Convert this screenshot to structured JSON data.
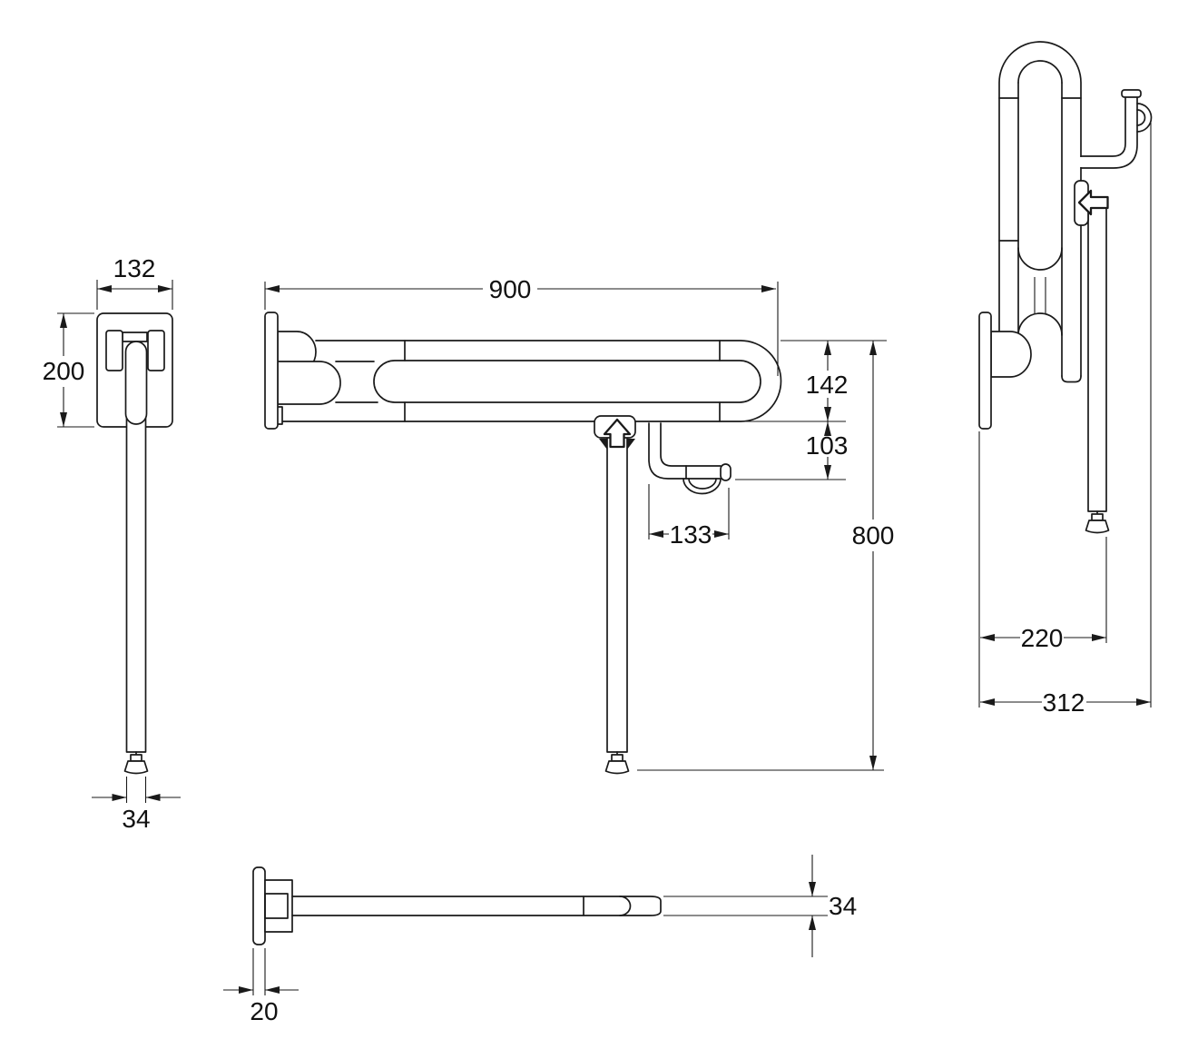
{
  "drawing": {
    "background": "#ffffff",
    "line_color": "#1a1a1a",
    "text_color": "#111111"
  },
  "views": {
    "side": {
      "dims": {
        "plate_width": "132",
        "plate_height": "200",
        "tube_diameter": "34"
      }
    },
    "front": {
      "dims": {
        "bar_length": "900",
        "bar_height": "142",
        "holder_drop": "103",
        "holder_width": "133",
        "leg_height": "800"
      }
    },
    "profile": {
      "dims": {
        "leg_offset": "220",
        "overall_depth": "312"
      }
    },
    "top": {
      "dims": {
        "plate_thickness": "20",
        "tube_diameter": "34"
      }
    }
  }
}
